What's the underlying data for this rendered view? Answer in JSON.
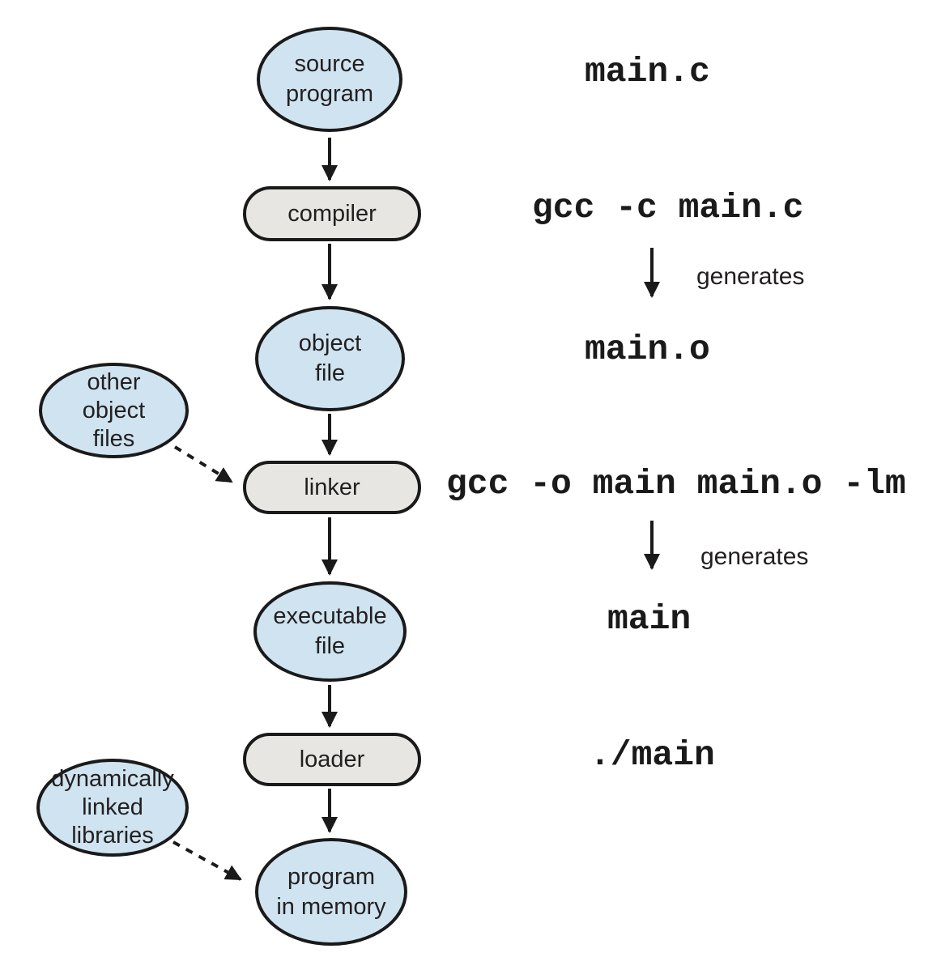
{
  "diagram": {
    "type": "flowchart",
    "colors": {
      "node_fill_blue": "#cfe4f0",
      "node_fill_gray": "#e8e6e2",
      "stroke": "#1a1a1a",
      "background": "#ffffff"
    },
    "nodes": {
      "source_program": {
        "lines": [
          "source",
          "program"
        ]
      },
      "compiler": {
        "label": "compiler"
      },
      "object_file": {
        "lines": [
          "object",
          "file"
        ]
      },
      "other_object_files": {
        "lines": [
          "other",
          "object",
          "files"
        ]
      },
      "linker": {
        "label": "linker"
      },
      "executable_file": {
        "lines": [
          "executable",
          "file"
        ]
      },
      "loader": {
        "label": "loader"
      },
      "dynamically_linked_libraries": {
        "lines": [
          "dynamically",
          "linked",
          "libraries"
        ]
      },
      "program_in_memory": {
        "lines": [
          "program",
          "in memory"
        ]
      }
    },
    "annotations": {
      "source_file": "main.c",
      "compile_command": "gcc -c main.c",
      "generates_1": "generates",
      "object_output": "main.o",
      "link_command": "gcc -o main main.o -lm",
      "generates_2": "generates",
      "link_output": "main",
      "run_command": "./main"
    },
    "edges": [
      {
        "from": "source_program",
        "to": "compiler",
        "style": "solid"
      },
      {
        "from": "compiler",
        "to": "object_file",
        "style": "solid"
      },
      {
        "from": "object_file",
        "to": "linker",
        "style": "solid"
      },
      {
        "from": "other_object_files",
        "to": "linker",
        "style": "dashed"
      },
      {
        "from": "linker",
        "to": "executable_file",
        "style": "solid"
      },
      {
        "from": "executable_file",
        "to": "loader",
        "style": "solid"
      },
      {
        "from": "loader",
        "to": "program_in_memory",
        "style": "solid"
      },
      {
        "from": "dynamically_linked_libraries",
        "to": "program_in_memory",
        "style": "dashed"
      },
      {
        "from": "compile_command",
        "to": "object_output",
        "style": "solid",
        "label": "generates"
      },
      {
        "from": "link_command",
        "to": "link_output",
        "style": "solid",
        "label": "generates"
      }
    ]
  }
}
